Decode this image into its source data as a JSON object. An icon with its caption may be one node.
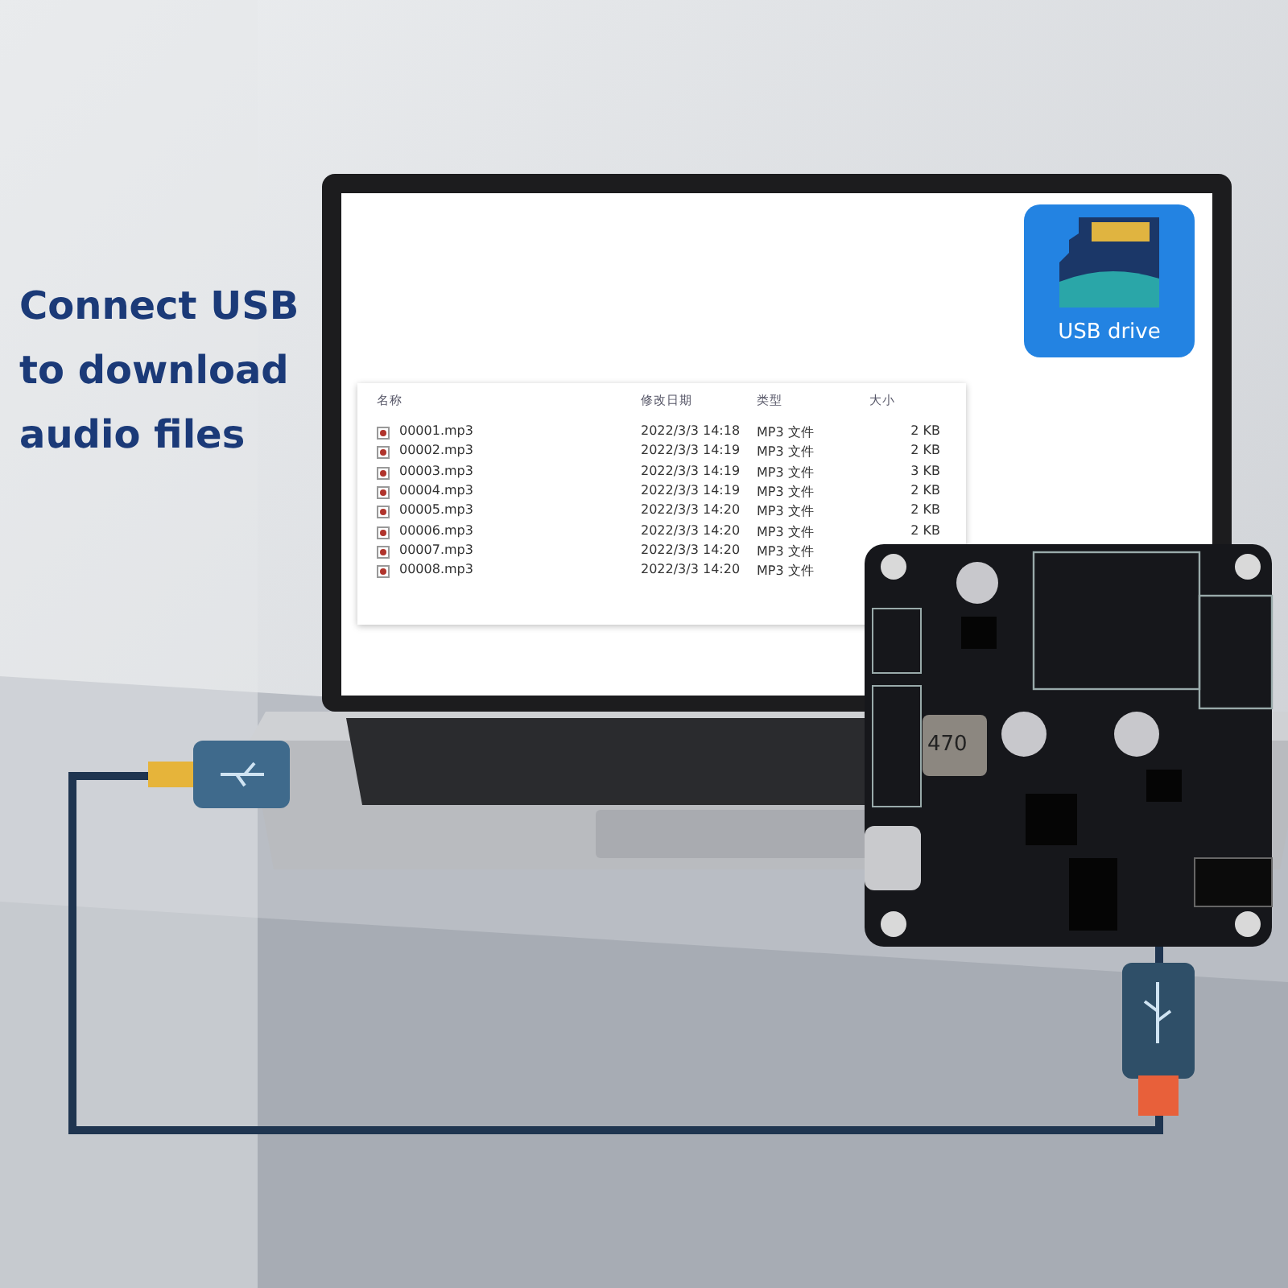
{
  "diagram": {
    "title": "Connect USB to download audio files",
    "nodes": [
      {
        "text": [],
        "shape": "picture"
      },
      {
        "text": [
          "USB drive"
        ],
        "in": 0
      },
      {
        "text": [
          "470"
        ]
      }
    ],
    "edges": [
      {
        "from": 0,
        "to": 2,
        "arrow": "none"
      }
    ],
    "labels": [
      "名称",
      "修改日期",
      "类型",
      "大小",
      "00001.mp3",
      "2022/3/3 14:18",
      "MP3 文件",
      "2 KB",
      "00002.mp3",
      "2022/3/3 14:19",
      "MP3 文件",
      "2 KB",
      "00003.mp3",
      "2022/3/3 14:19",
      "MP3 文件",
      "3 KB",
      "00004.mp3",
      "2022/3/3 14:19",
      "MP3 文件",
      "2 KB",
      "00005.mp3",
      "2022/3/3 14:20",
      "MP3 文件",
      "2 KB",
      "00006.mp3",
      "2022/3/3 14:20",
      "MP3 文件",
      "2 KB",
      "00007.mp3",
      "2022/3/3 14:20",
      "MP3 文件",
      "00008.mp3",
      "2022/3/3 14:20",
      "MP3 文件"
    ]
  }
}
